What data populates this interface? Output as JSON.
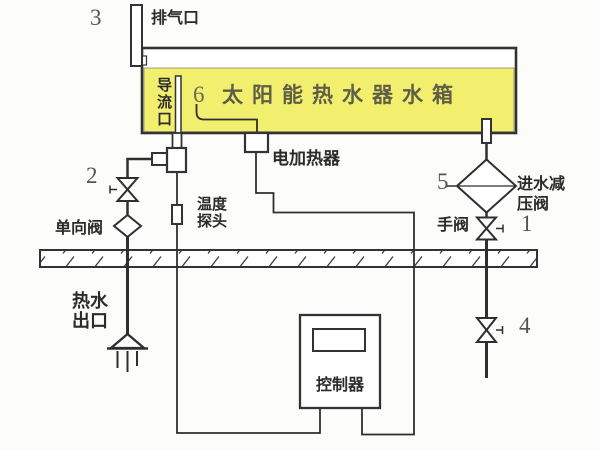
{
  "diagram_type": "solar-water-heater-system-schematic",
  "colors": {
    "tank_fill": "#f2ee6e",
    "line": "#2f2f2f",
    "background": "#fcfcfa"
  },
  "tank": {
    "number": "6",
    "name": "太阳能热水器水箱",
    "exhaust_number": "3",
    "exhaust_label": "排气口",
    "flow_guide_label": "导流口"
  },
  "heater": {
    "label": "电加热器"
  },
  "left_branch": {
    "valve_number": "2",
    "check_valve_label": "单向阀",
    "temp_probe_label": [
      "温度",
      "探头"
    ],
    "outlet_label": [
      "热水",
      "出口"
    ]
  },
  "right_branch": {
    "reducer_number": "5",
    "reducer_label": [
      "进水减",
      "压阀"
    ],
    "hand_valve_label": "手阀",
    "hand_valve_number": "1",
    "lower_valve_number": "4"
  },
  "controller": {
    "label": "控制器"
  }
}
